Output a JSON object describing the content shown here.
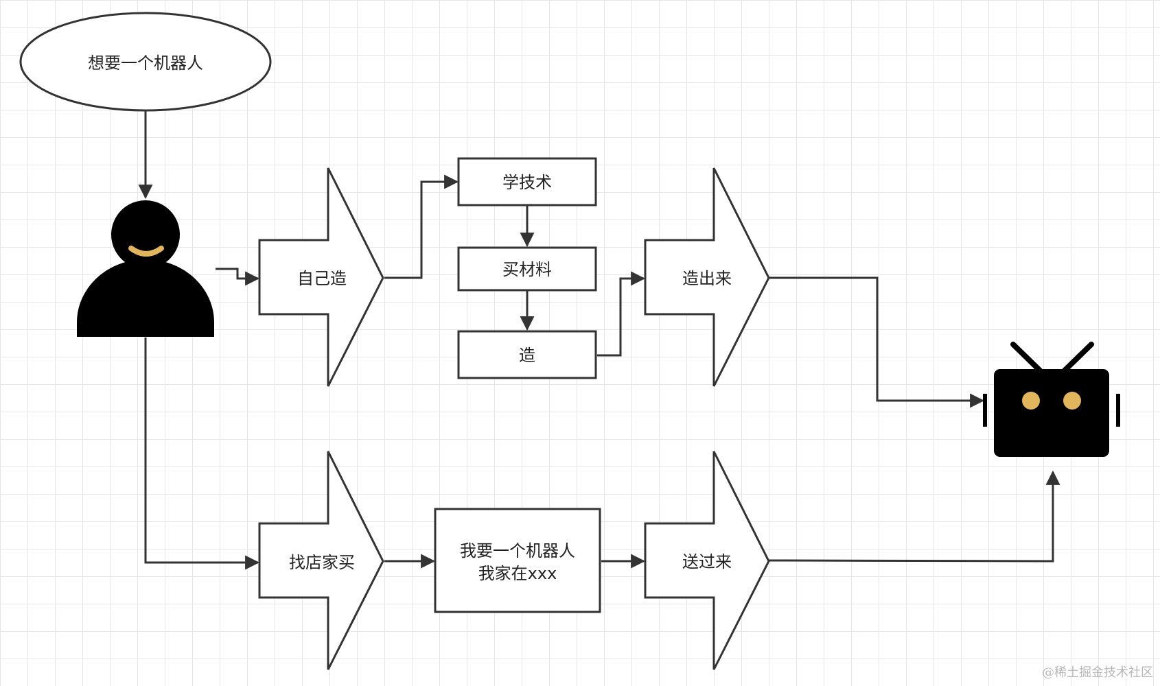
{
  "nodes": {
    "start": "想要一个机器人",
    "self_build": "自己造",
    "learn": "学技术",
    "materials": "买材料",
    "make": "造",
    "built": "造出来",
    "buy": "找店家买",
    "order_line1": "我要一个机器人",
    "order_line2": "我家在xxx",
    "delivered": "送过来"
  },
  "watermark": "@稀土掘金技术社区",
  "icons": {
    "person": "person-icon",
    "robot": "robot-icon"
  },
  "colors": {
    "stroke": "#333333",
    "icon": "#000000",
    "accent": "#e0b55c"
  }
}
